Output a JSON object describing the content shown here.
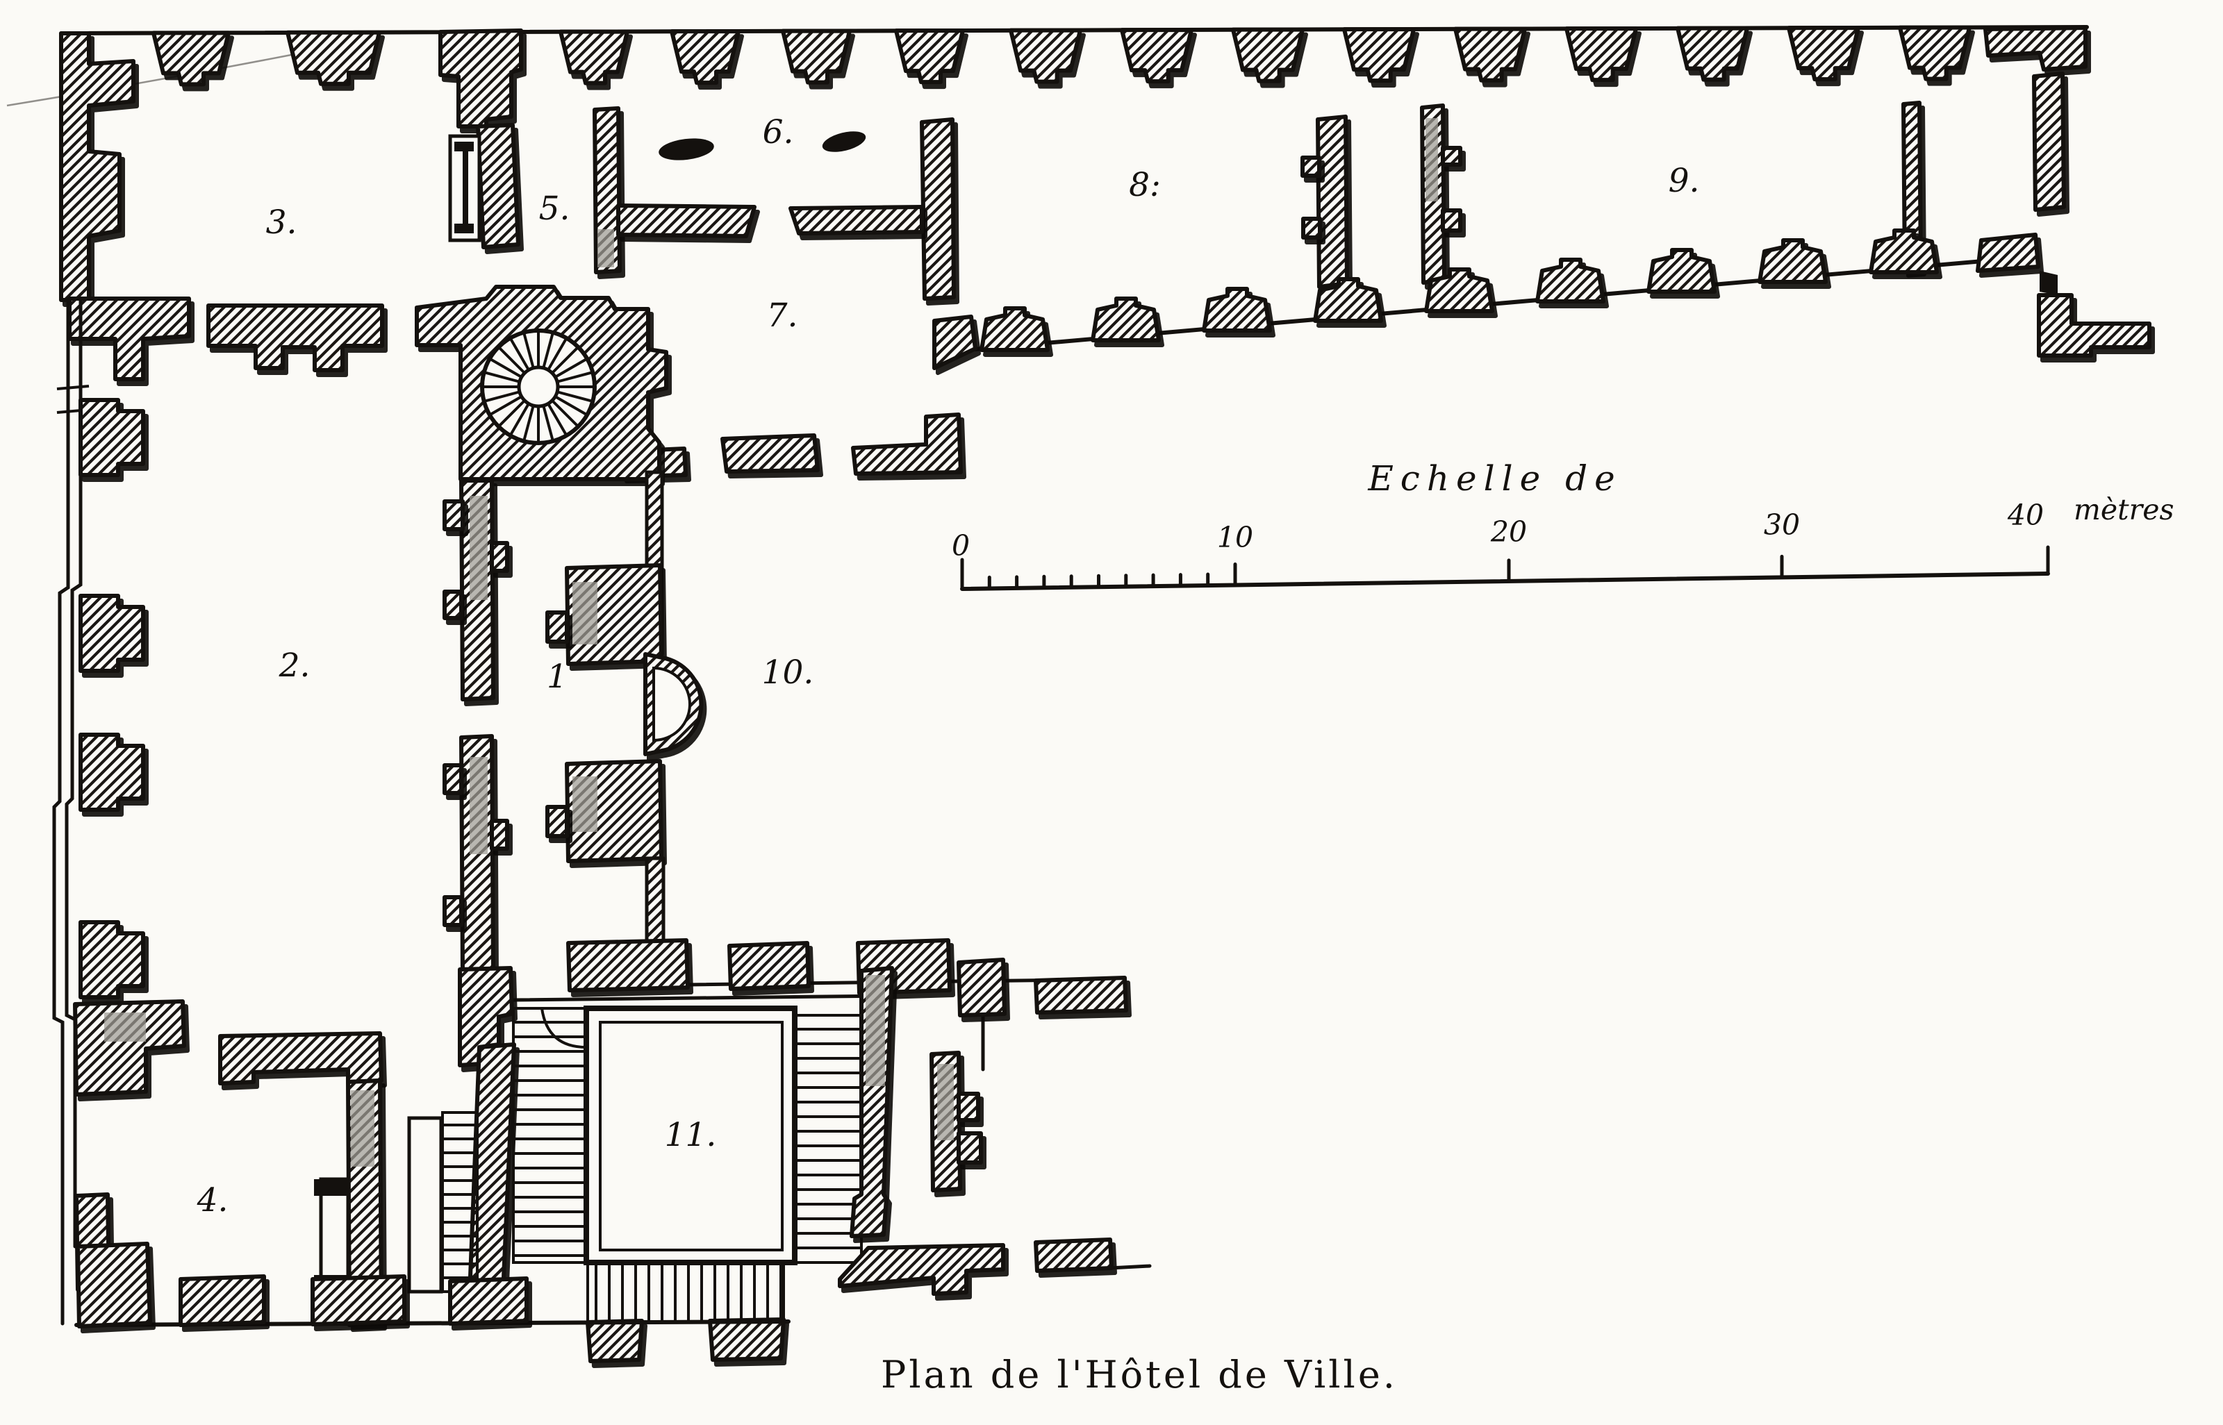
{
  "figure": {
    "type": "architectural-floor-plan",
    "caption": "Plan de l'Hôtel de Ville.",
    "scale_bar": {
      "heading": "Echelle de",
      "ticks": [
        "0",
        "10",
        "20",
        "30",
        "40"
      ],
      "unit": "mètres"
    },
    "room_labels": {
      "r1": "1",
      "r2": "2.",
      "r3": "3.",
      "r4": "4.",
      "r5": "5.",
      "r6": "6.",
      "r7": "7.",
      "r8": "8:",
      "r9": "9.",
      "r10": "10.",
      "r11": "11."
    },
    "colors": {
      "paper": "#fbfaf6",
      "ink": "#14110e",
      "hatch": "#1a1613",
      "shade": "#a09c96"
    }
  }
}
